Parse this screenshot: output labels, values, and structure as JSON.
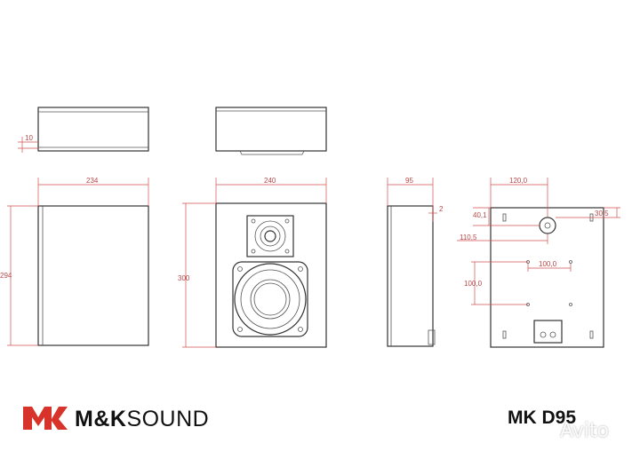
{
  "dimensions": {
    "top_depth": "10",
    "side_width": "234",
    "side_height": "294",
    "front_width": "240",
    "front_height": "300",
    "side2_depth": "95",
    "side2_offset": "2",
    "back_width": "120,0",
    "back_left_offset": "110,5",
    "back_top_offset": "40,1",
    "back_right_offset": "30,5",
    "mount_h_spacing": "100,0",
    "mount_v_spacing": "100,0"
  },
  "brand": {
    "logo_name": "M&K",
    "text_bold": "M&K",
    "text_light": "SOUND"
  },
  "model": "MK D95",
  "watermark": "Avito",
  "colors": {
    "dimension": "#d25050",
    "outline": "#333333",
    "logo_red": "#d8332a"
  }
}
